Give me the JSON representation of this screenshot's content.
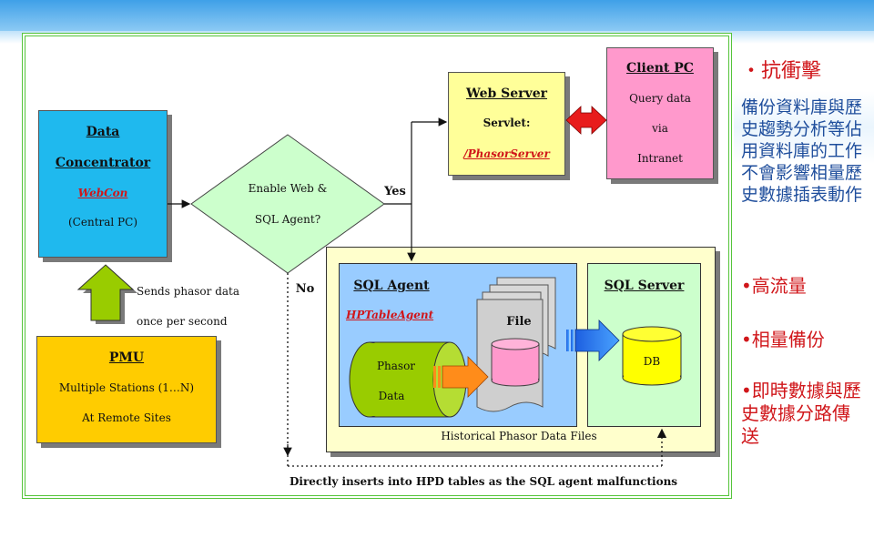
{
  "diagram": {
    "data_concentrator": {
      "line1": "Data",
      "line2": "Concentrator",
      "app": "WebCon",
      "note": "(Central PC)"
    },
    "decision": {
      "line1": "Enable Web &",
      "line2": "SQL Agent?",
      "yes": "Yes",
      "no": "No"
    },
    "web_server": {
      "title": "Web Server",
      "line1": "Servlet:",
      "app": "/PhasorServer"
    },
    "client_pc": {
      "title": "Client PC",
      "line1": "Query data",
      "line2": "via",
      "line3": "Intranet"
    },
    "pmu": {
      "title": "PMU",
      "line1": "Multiple Stations (1…N)",
      "line2": "At Remote Sites"
    },
    "sends": {
      "line1": "Sends phasor data",
      "line2": "once per second"
    },
    "sql_agent": {
      "title": "SQL Agent",
      "app": "HPTableAgent",
      "phasor1": "Phasor",
      "phasor2": "Data",
      "file": "File"
    },
    "sql_server": {
      "title": "SQL Server",
      "db": "DB"
    },
    "hist_caption": "Historical Phasor Data Files",
    "direct_caption": "Directly inserts into HPD tables as the SQL agent malfunctions"
  },
  "sidebar": {
    "heading": "・抗衝擊",
    "desc": "備份資料庫與歷史趨勢分析等佔用資料庫的工作不會影響相量歷史數據插表動作",
    "bullet1": "•高流量",
    "bullet2": "•相量備份",
    "bullet3": "•即時數據與歷史數據分路傳送"
  },
  "colors": {
    "accent_red": "#d0161a",
    "desc_blue": "#1f4e9c",
    "frame_green": "#55c43a"
  }
}
